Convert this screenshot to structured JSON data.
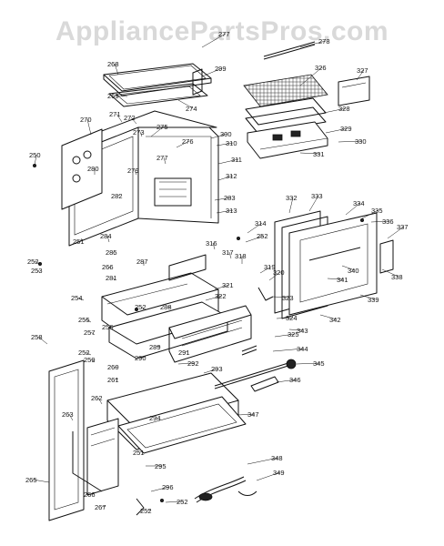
{
  "watermark": "AppliancePartsPros.com",
  "part_labels": [
    "277",
    "278",
    "268",
    "299",
    "326",
    "327",
    "269",
    "274",
    "271",
    "272",
    "328",
    "270",
    "273",
    "275",
    "300",
    "310",
    "329",
    "330",
    "276",
    "250",
    "311",
    "331",
    "280",
    "277",
    "279",
    "312",
    "282",
    "283",
    "313",
    "332",
    "333",
    "334",
    "335",
    "336",
    "314",
    "337",
    "252",
    "316",
    "317",
    "318",
    "251",
    "284",
    "252",
    "285",
    "319",
    "266",
    "338",
    "253",
    "287",
    "340",
    "281",
    "320",
    "341",
    "321",
    "339",
    "254",
    "252",
    "288",
    "322",
    "323",
    "255",
    "342",
    "256",
    "257",
    "343",
    "324",
    "258",
    "325",
    "252",
    "289",
    "291",
    "344",
    "259",
    "290",
    "260",
    "292",
    "293",
    "345",
    "261",
    "346",
    "262",
    "294",
    "347",
    "263",
    "251",
    "348",
    "295",
    "349",
    "265",
    "296",
    "266",
    "252",
    "267",
    "252"
  ]
}
